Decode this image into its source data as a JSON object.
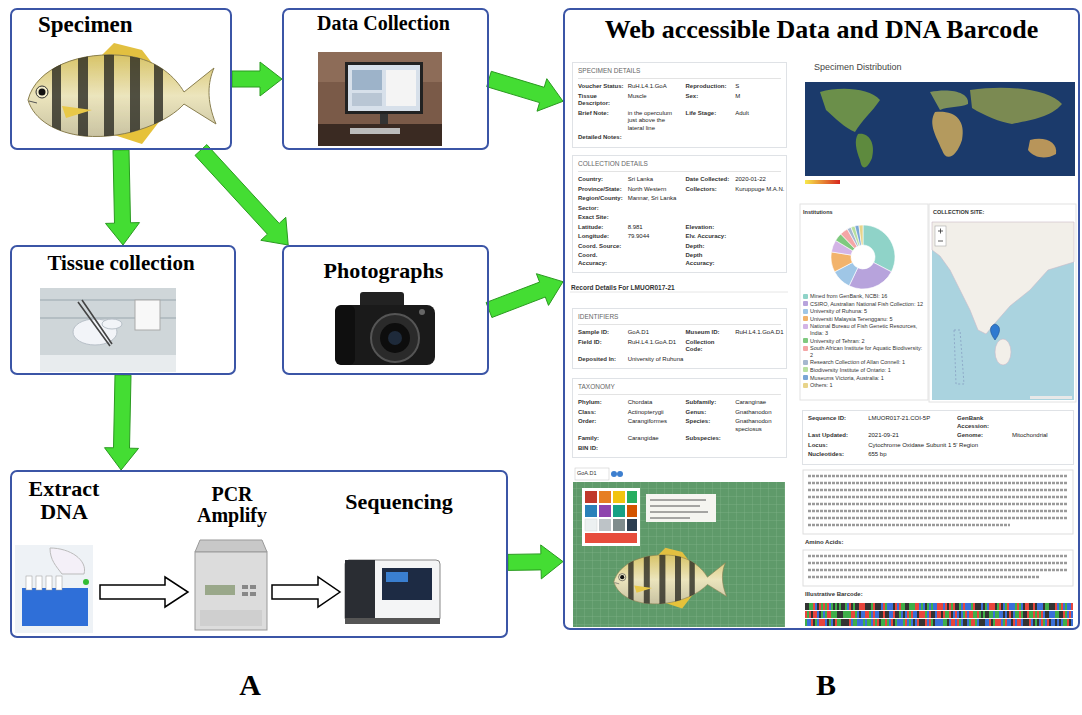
{
  "diagram": {
    "nodes": [
      {
        "text": [
          "Specimen"
        ]
      },
      {
        "text": [
          "Data Collection"
        ]
      },
      {
        "text": [
          "Tissue collection"
        ]
      },
      {
        "text": [
          "Photographs"
        ]
      },
      {
        "text": [
          "Extract DNA",
          "PCR Amplify",
          "Sequencing"
        ]
      },
      {
        "text": [
          "Web accessible Data and DNA Barcode"
        ]
      },
      {
        "text": [
          "SPECIMEN DETAILS",
          "Voucher Status:",
          "RuH.L4.1.GoA",
          "Reproduction:",
          "S",
          "Tissue Descriptor:",
          "Muscle",
          "Sex:",
          "M",
          "Brief Note:",
          "in the operculum just above the lateral line",
          "Life Stage:",
          "Adult",
          "Detailed Notes:"
        ],
        "in": 5
      },
      {
        "text": [
          "COLLECTION DETAILS",
          "Country:",
          "Sri Lanka",
          "Date Collected:",
          "2020-01-22",
          "Province/State:",
          "North Western",
          "Collectors:",
          "Kuruppuge M.A.N.",
          "Region/County:",
          "Mannar, Sri Lanka",
          "Sector:",
          "Exact Site:",
          "Latitude:",
          "8.981",
          "Elevation:",
          "Longitude:",
          "79.9044",
          "Elv. Accuracy:",
          "Coord. Source:",
          "Depth:",
          "Coord. Accuracy:",
          "Depth Accuracy:"
        ],
        "in": 5
      },
      {
        "text": [
          "IDENTIFIERS",
          "Sample ID:",
          "GoA.D1",
          "Museum ID:",
          "RuH.L4.1.GoA.D1",
          "Field ID:",
          "RuH.L4.1.GoA.D1",
          "Collection Code:",
          "Deposited In:",
          "University of Ruhuna"
        ],
        "in": 5
      },
      {
        "text": [
          "TAXONOMY",
          "Phylum:",
          "Chordata",
          "Subfamily:",
          "Caranginae",
          "Class:",
          "Actinopterygii",
          "Genus:",
          "Gnathanodon",
          "Order:",
          "Carangiformes",
          "Species:",
          "Gnathanodon speciosus",
          "Family:",
          "Carangidae",
          "Subspecies:",
          "BIN ID:"
        ],
        "in": 5
      },
      {
        "text": [
          "Sequence ID:",
          "LMUOR017-21.COI-5P",
          "GenBank Accession:",
          "Last Updated:",
          "2021-09-21",
          "Genome:",
          "Mitochondrial",
          "Locus:",
          "Cytochrome Oxidase Subunit 1 5' Region",
          "Nucleotides:",
          "655 bp"
        ],
        "in": 5
      }
    ],
    "edges": [
      {
        "from": 0,
        "to": 1,
        "arrow": "to"
      },
      {
        "from": 0,
        "to": 2,
        "arrow": "to"
      },
      {
        "from": 0,
        "to": 3,
        "arrow": "to"
      },
      {
        "from": 2,
        "to": 4,
        "arrow": "to"
      },
      {
        "from": 1,
        "to": 5,
        "arrow": "to"
      },
      {
        "from": 3,
        "to": 5,
        "arrow": "to"
      },
      {
        "from": 4,
        "to": 5,
        "arrow": "to"
      }
    ],
    "labels": [
      "A",
      "B",
      "Record Details For LMUOR017-21",
      "Specimen Distribution",
      "Institutions",
      "COLLECTION SITE:",
      "Amino Acids:",
      "Illustrative Barcode:",
      "GoA.D1"
    ],
    "legend": [
      {
        "text": "Mined from GenBank, NCBI: 16",
        "color": "#8fd3c8"
      },
      {
        "text": "CSIRO, Australian National Fish Collection: 12",
        "color": "#b7a3dc"
      },
      {
        "text": "University of Ruhuna: 5",
        "color": "#9fc6e6"
      },
      {
        "text": "Universiti Malaysia Terengganu: 5",
        "color": "#f2b36b"
      },
      {
        "text": "National Bureau of Fish Genetic Resources, India: 3",
        "color": "#d3b4e6"
      },
      {
        "text": "University of Tehran: 2",
        "color": "#7fc97f"
      },
      {
        "text": "South African Institute for Aquatic Biodiversity: 2",
        "color": "#f4a6a6"
      },
      {
        "text": "Research Collection of Allan Connell: 1",
        "color": "#a6b8cf"
      },
      {
        "text": "Biodiversity Institute of Ontario: 1",
        "color": "#b8e0a0"
      },
      {
        "text": "Museums Victoria, Australia: 1",
        "color": "#7aa6d6"
      },
      {
        "text": "Others: 1",
        "color": "#e8d48a"
      }
    ]
  }
}
